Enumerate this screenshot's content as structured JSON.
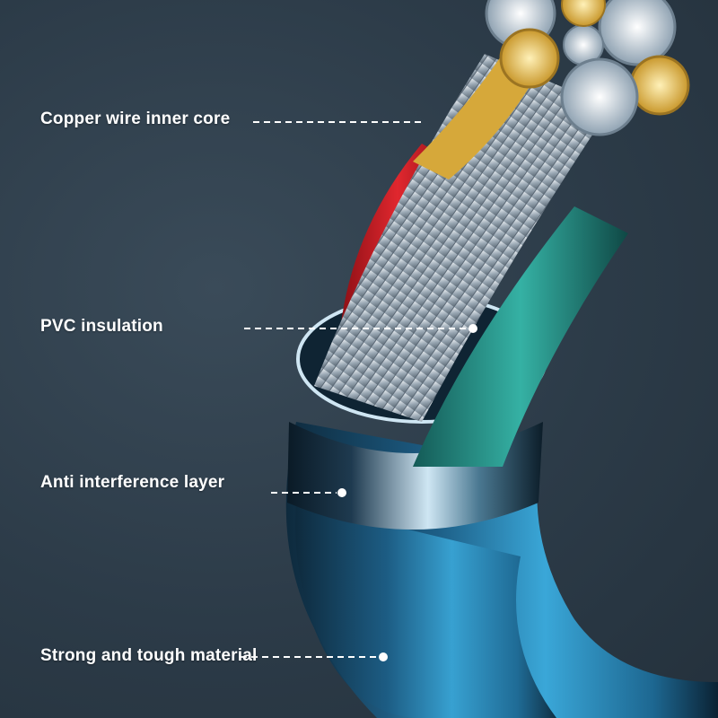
{
  "labels": {
    "copper_core": "Copper wire inner core",
    "pvc_insulation": "PVC insulation",
    "anti_interference": "Anti interference layer",
    "strong_material": "Strong and tough material"
  },
  "colors": {
    "background": "#2b3a47",
    "red_insulation": "#d8262c",
    "teal_insulation": "#2fa59a",
    "copper": "#e0b84a",
    "silver": "#c9d3dc",
    "sleeve_blue": "#3aa7d8"
  }
}
